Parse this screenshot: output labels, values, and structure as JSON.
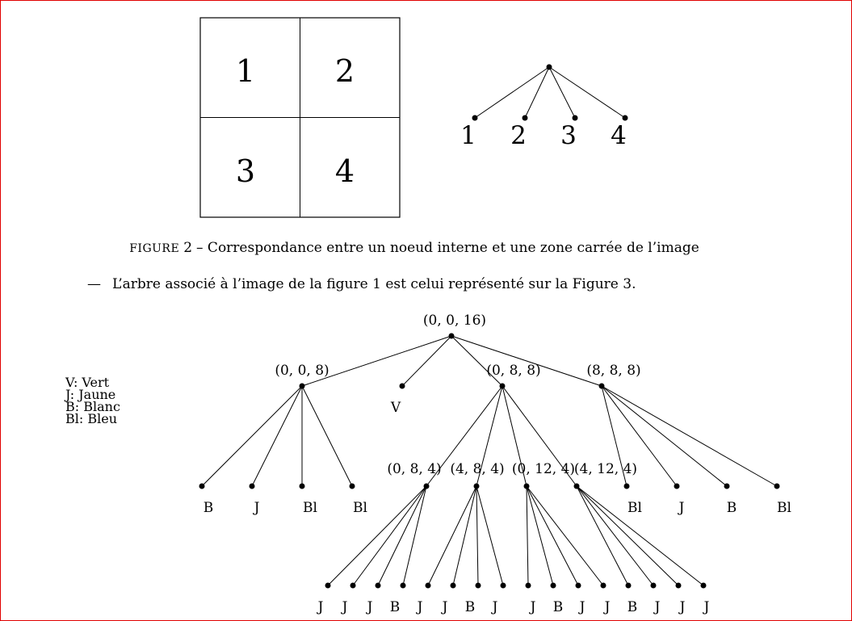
{
  "figure2": {
    "cells": [
      "1",
      "2",
      "3",
      "4"
    ],
    "tree_leaves": [
      "1",
      "2",
      "3",
      "4"
    ],
    "caption_prefix": "Figure",
    "caption_number": "2",
    "caption_text": "– Correspondance entre un noeud interne et une zone carrée de l’image"
  },
  "bullet": {
    "marker": "—",
    "text": "L’arbre associé à l’image de la figure 1 est celui représenté sur la Figure 3."
  },
  "legend": [
    "V: Vert",
    "J: Jaune",
    "B: Blanc",
    "Bl: Bleu"
  ],
  "tree": {
    "root": {
      "label": "(0, 0, 16)"
    },
    "level1": [
      {
        "label": "(0, 0, 8)",
        "leaf": ""
      },
      {
        "label": "",
        "leaf": "V"
      },
      {
        "label": "(0, 8, 8)",
        "leaf": ""
      },
      {
        "label": "(8, 8, 8)",
        "leaf": ""
      }
    ],
    "level2": [
      {
        "label": "",
        "leaf": "B"
      },
      {
        "label": "",
        "leaf": "J"
      },
      {
        "label": "",
        "leaf": "Bl"
      },
      {
        "label": "",
        "leaf": "Bl"
      },
      {
        "label": "(0, 8, 4)",
        "leaf": ""
      },
      {
        "label": "(4, 8, 4)",
        "leaf": ""
      },
      {
        "label": "(0, 12, 4)",
        "leaf": ""
      },
      {
        "label": "(4, 12, 4)",
        "leaf": ""
      },
      {
        "label": "",
        "leaf": "Bl"
      },
      {
        "label": "",
        "leaf": "J"
      },
      {
        "label": "",
        "leaf": "B"
      },
      {
        "label": "",
        "leaf": "Bl"
      }
    ],
    "level3_leaves": [
      "J",
      "J",
      "J",
      "B",
      "J",
      "J",
      "B",
      "J",
      "J",
      "B",
      "J",
      "J",
      "B",
      "J",
      "J",
      "J"
    ]
  }
}
